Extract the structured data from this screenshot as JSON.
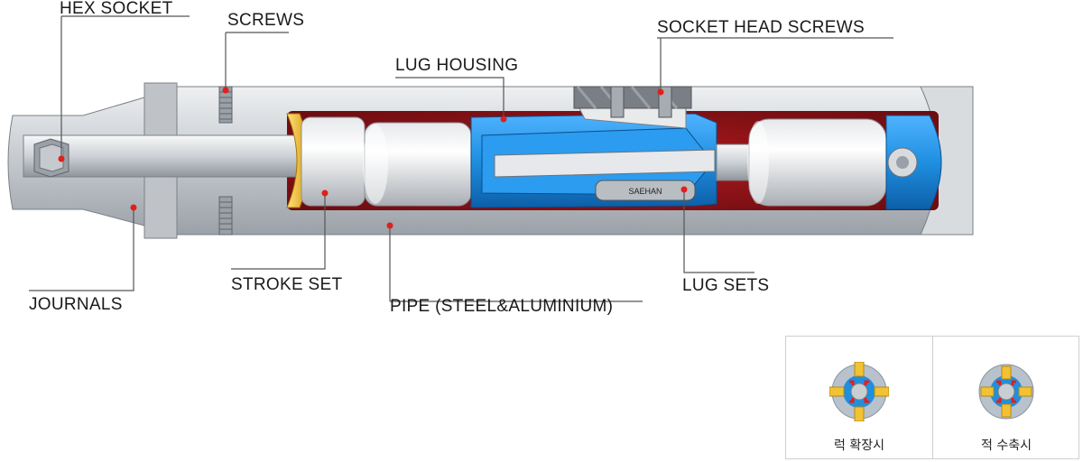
{
  "labels": {
    "hex_socket": "HEX SOCKET",
    "screws": "SCREWS",
    "socket_head_screws": "SOCKET HEAD SCREWS",
    "lug_housing": "LUG HOUSING",
    "journals": "JOURNALS",
    "stroke_set": "STROKE SET",
    "pipe": "PIPE (STEEL&ALUMINIUM)",
    "lug_sets": "LUG SETS",
    "lug_plate_text": "SAEHAN"
  },
  "legend": {
    "expand_caption": "럭 확장시",
    "retract_caption": "적 수축시"
  },
  "colors": {
    "steel": "#cfd2d6",
    "steel_dark": "#8d9298",
    "cavity": "#8e1418",
    "blue": "#1f8fe0",
    "blue_dark": "#0d5fa8",
    "gold": "#f2c233",
    "leader": "#555555",
    "marker": "#e0201c"
  }
}
